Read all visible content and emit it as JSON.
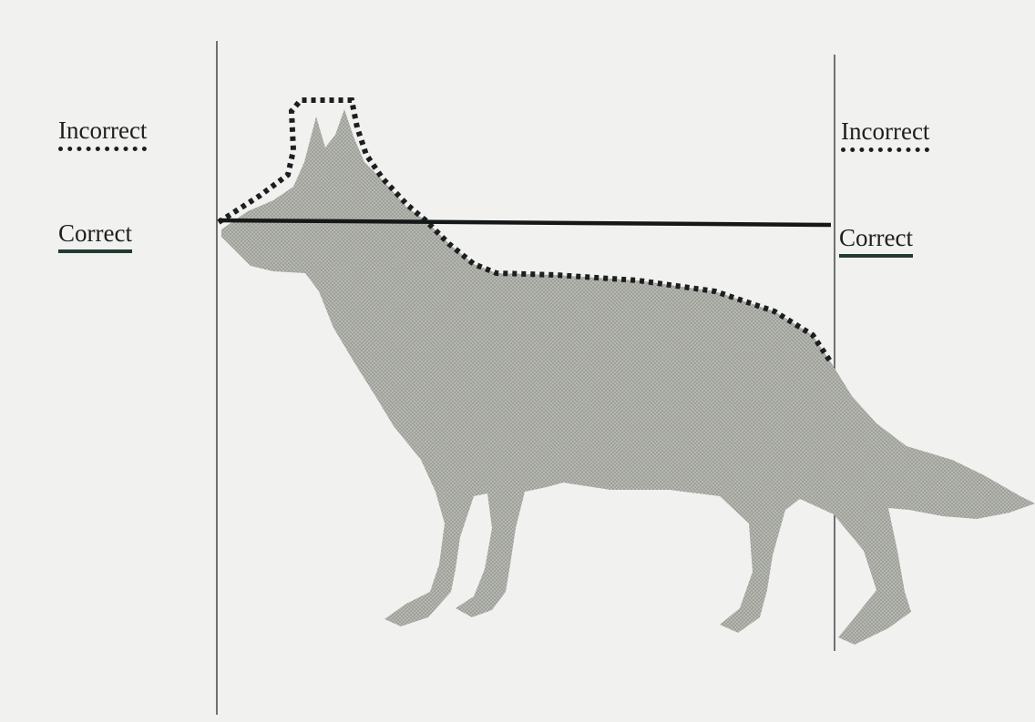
{
  "labels": {
    "incorrect_left": "Incorrect",
    "correct_left": "Correct",
    "incorrect_right": "Incorrect",
    "correct_right": "Correct"
  },
  "colors": {
    "background": "#f1f1ef",
    "silhouette": "#a9aba4",
    "line": "#151818",
    "dotted_outline": "#1c1f1f",
    "correct_underline": "#233a34"
  },
  "figure": {
    "subject": "dog-silhouette",
    "incorrect_style": "dotted",
    "correct_style": "solid"
  }
}
